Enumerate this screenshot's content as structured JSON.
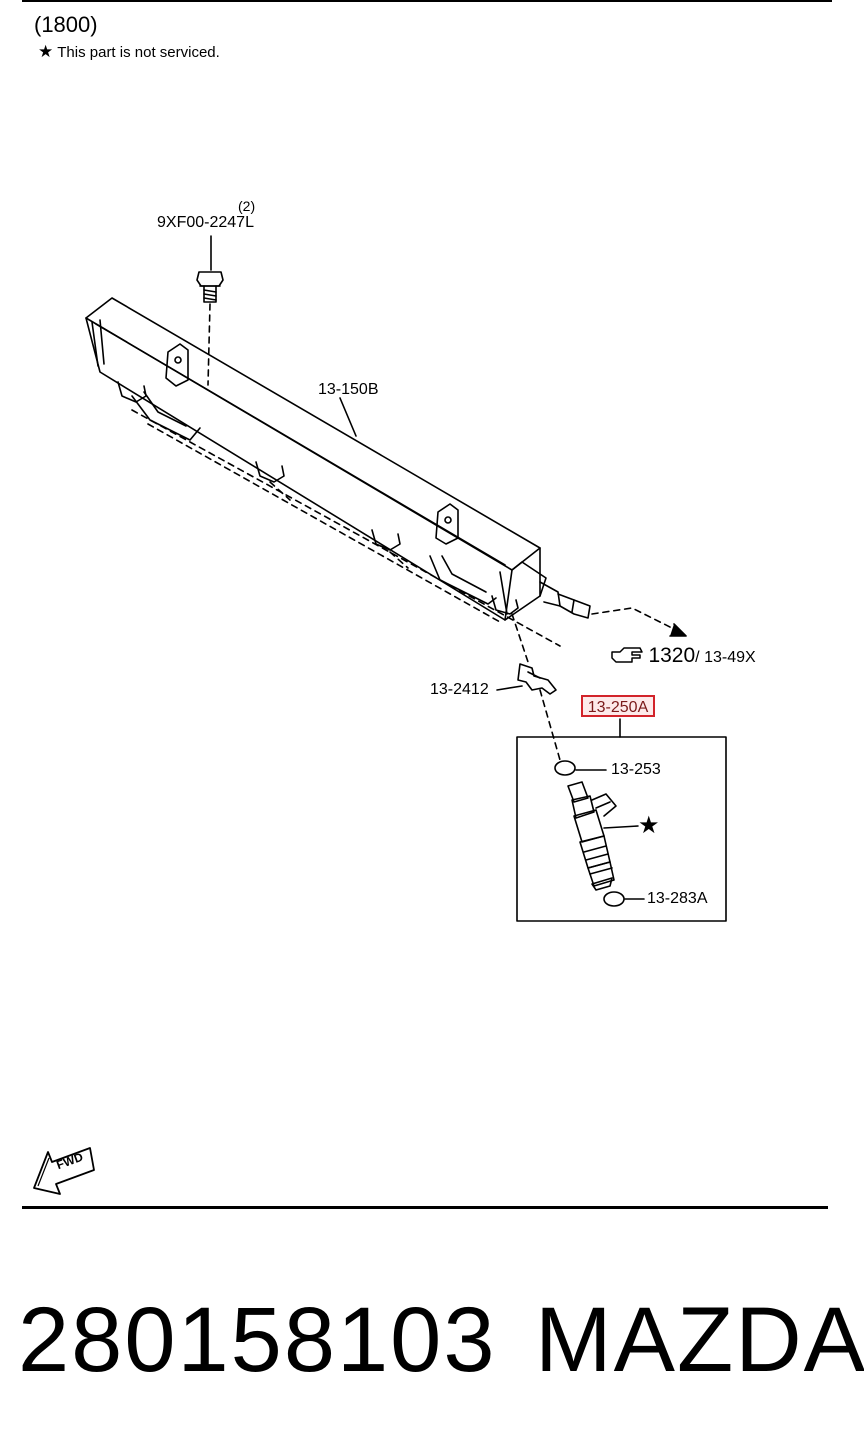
{
  "header": {
    "group_code": "(1800)",
    "note_star": "★",
    "note_text": "This part is not serviced."
  },
  "parts": {
    "bolt_qty": "(2)",
    "bolt_code": "9XF00-2247L",
    "fuel_rail": "13-150B",
    "ref_pointer_icon": "hand-pointer-icon",
    "ref_main": "1320",
    "ref_separator": "/",
    "ref_sub": "13-49X",
    "clip": "13-2412",
    "injector_set": "13-250A",
    "upper_oring": "13-253",
    "injector_star": "★",
    "lower_oring": "13-283A"
  },
  "fwd_label": "FWD",
  "footer": {
    "part_number": "280158103",
    "brand": "MAZDA"
  },
  "colors": {
    "highlight_border": "#d2232a",
    "highlight_fill": "#fdeaea",
    "line": "#000000"
  }
}
